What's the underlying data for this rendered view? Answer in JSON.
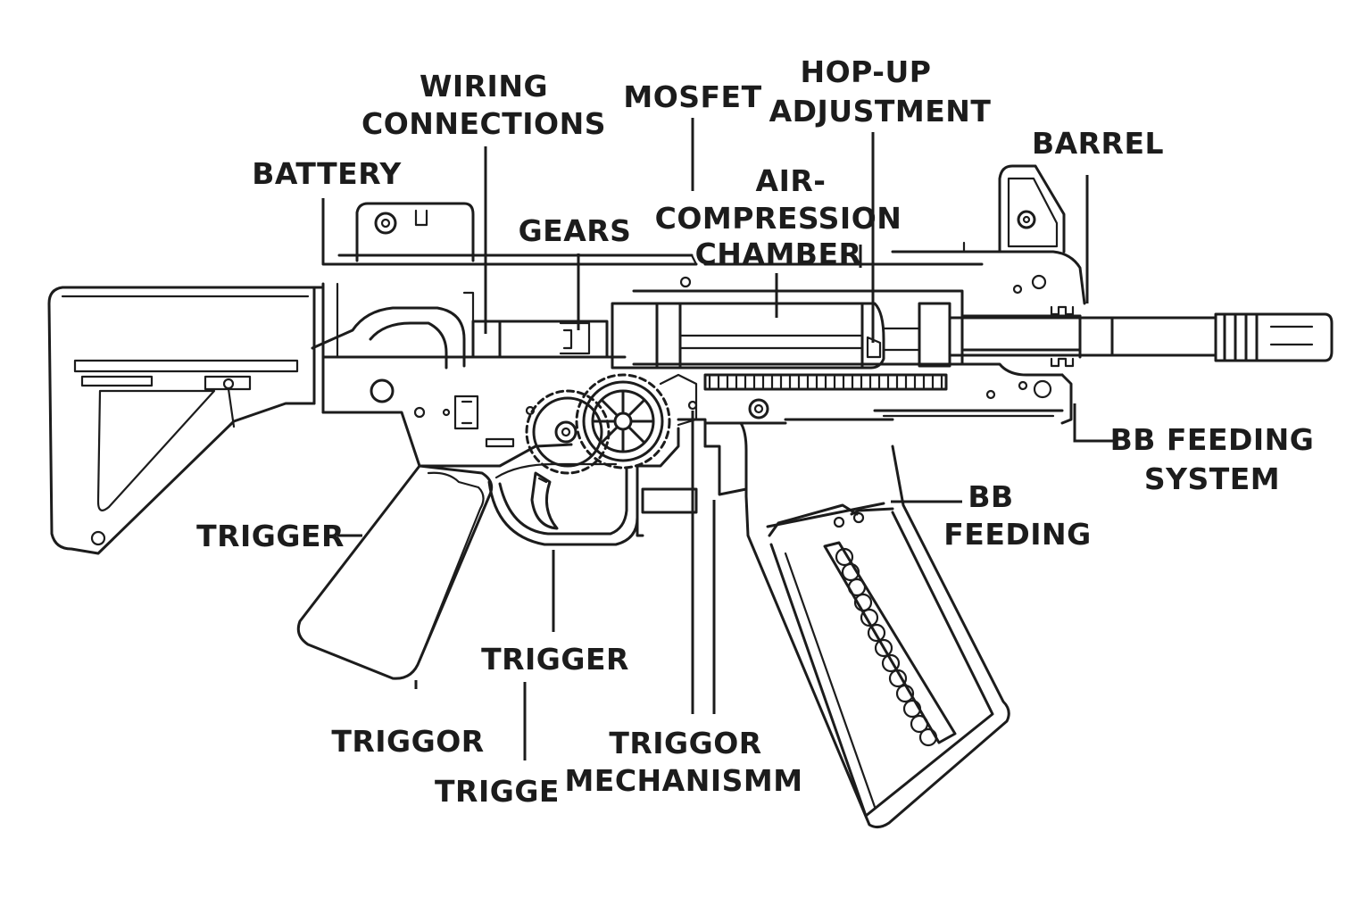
{
  "labels": {
    "wiring_1": "WIRING",
    "wiring_2": "CONNECTIONS",
    "mosfet": "MOSFET",
    "hopup_1": "HOP-UP",
    "hopup_2": "ADJUSTMENT",
    "battery": "BATTERY",
    "gears": "GEARS",
    "air_1": "AIR-",
    "air_2": "COMPRESSION",
    "air_3": "CHAMBER",
    "barrel": "BARREL",
    "bb_feeding_system_1": "BB FEEDING",
    "bb_feeding_system_2": "SYSTEM",
    "bb_feeding_1": "BB",
    "bb_feeding_2": "FEEDING",
    "trigger_left": "TRIGGER",
    "trigger_center": "TRIGGER",
    "triggor_left": "TRIGGOR",
    "trigge": "TRIGGE",
    "triggor_mech_1": "TRIGGOR",
    "triggor_mech_2": "MECHANISMM"
  },
  "colors": {
    "line": "#1c1c1c",
    "background": "#ffffff"
  }
}
